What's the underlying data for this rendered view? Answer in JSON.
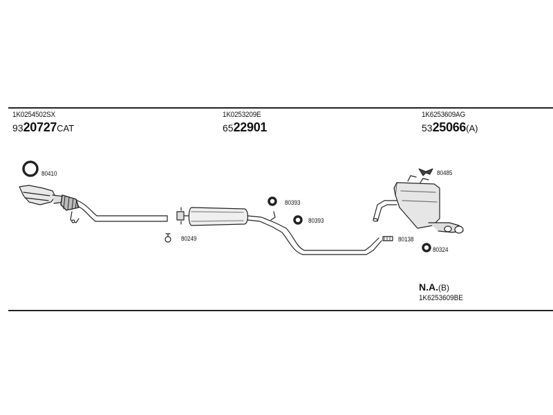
{
  "parts": [
    {
      "code": "1K0254502SX",
      "ref_prefix": "93",
      "ref_number": "20727",
      "ref_suffix": "CAT"
    },
    {
      "code": "1K0253209E",
      "ref_prefix": "65",
      "ref_number": "22901",
      "ref_suffix": ""
    },
    {
      "code": "1K6253609AG",
      "ref_prefix": "53",
      "ref_number": "25066",
      "ref_suffix": "(A)"
    }
  ],
  "callouts": {
    "ring_gasket": "80410",
    "clamp_front": "80249",
    "clamp_mid_top": "80393",
    "clamp_mid_bottom": "80393",
    "hanger_rear": "80485",
    "clamp_rear": "80138",
    "ring_rear": "80324"
  },
  "na_part": {
    "label": "N.A.",
    "suffix": "(B)",
    "code": "1K6253609BE"
  }
}
